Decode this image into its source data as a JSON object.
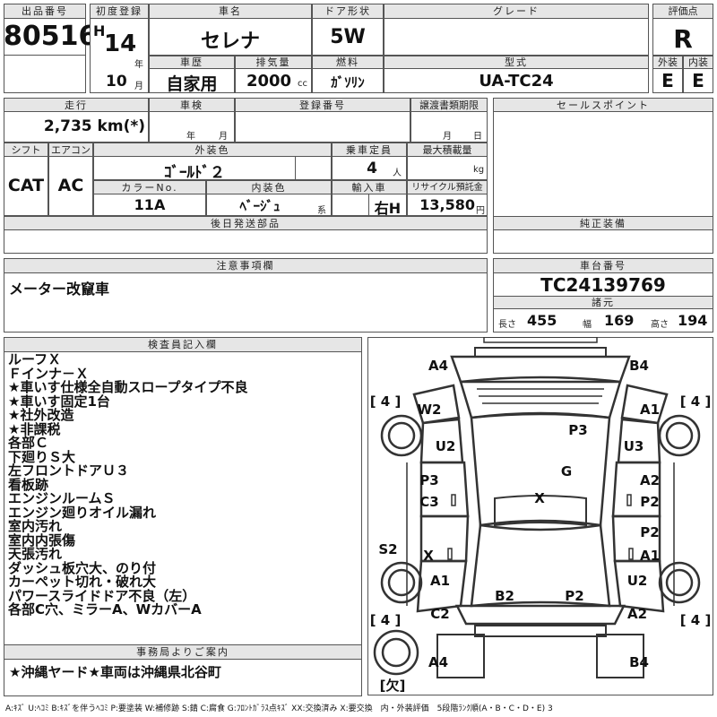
{
  "header": {
    "lot_label": "出品番号",
    "lot_number": "80516",
    "reg_label": "初度登録",
    "era": "H",
    "year": "14",
    "year_unit": "年",
    "month": "10",
    "month_unit": "月",
    "name_label": "車名",
    "car_name": "セレナ",
    "doors_label": "ドア形状",
    "doors": "5W",
    "grade_label": "グレード",
    "grade": "",
    "score_label": "評価点",
    "score": "R",
    "history_label": "車歴",
    "history": "自家用",
    "displacement_label": "排気量",
    "displacement": "2000",
    "displacement_unit": "cc",
    "fuel_label": "燃料",
    "fuel": "ｶﾞｿﾘﾝ",
    "model_label": "型式",
    "model_code": "UA-TC24",
    "exterior_label": "外装",
    "exterior_grade": "E",
    "interior_label": "内装",
    "interior_grade": "E"
  },
  "specs": {
    "mileage_label": "走行",
    "mileage": "2,735 km(*)",
    "inspection_label": "車検",
    "inspection_year_unit": "年",
    "inspection_month_unit": "月",
    "plate_label": "登録番号",
    "plate": "",
    "transfer_label": "譲渡書類期限",
    "transfer_month_unit": "月",
    "transfer_day_unit": "日",
    "shift_label": "シフト",
    "shift": "CAT",
    "ac_label": "エアコン",
    "ac": "AC",
    "color_label": "外装色",
    "color": "ｺﾞｰﾙﾄﾞ２",
    "capacity_label": "乗車定員",
    "capacity": "4",
    "capacity_unit": "人",
    "load_label": "最大積載量",
    "load": "",
    "load_unit": "kg",
    "color_no_label": "カラーNo.",
    "color_no": "11A",
    "int_color_label": "内装色",
    "int_color": "ﾍﾞｰｼﾞｭ",
    "int_color_unit": "系",
    "import_label": "輸入車",
    "steering": "右H",
    "recycle_label": "リサイクル預託金",
    "recycle": "13,580",
    "recycle_unit": "円"
  },
  "sections": {
    "sales_points_label": "セールスポイント",
    "later_parts_label": "後日発送部品",
    "equipment_label": "純正装備",
    "notes_label": "注意事項欄",
    "notes": "メーター改竄車",
    "chassis_label": "車台番号",
    "chassis": "TC24139769",
    "dims_label": "諸元",
    "length_label": "長さ",
    "length": "455",
    "width_label": "幅",
    "width": "169",
    "height_label": "高さ",
    "height": "194",
    "inspector_label": "検査員記入欄",
    "office_label": "事務局よりご案内",
    "office_note": "★沖縄ヤード★車両は沖縄県北谷町"
  },
  "inspector_notes": [
    "ルーフＸ",
    "Ｆインナ－Ｘ",
    "★車いす仕様全自動スロープタイプ不良",
    "★車いす固定1台",
    "★社外改造",
    "★非課税",
    "各部Ｃ",
    "下廻りＳ大",
    "左フロントドアＵ３",
    "看板跡",
    "エンジンルームＳ",
    "エンジン廻りオイル漏れ",
    "室内汚れ",
    "室内内張傷",
    "天張汚れ",
    "ダッシュ板穴大、のり付",
    "カーペット切れ・破れ大",
    "パワースライドドア不良（左）",
    "各部C穴、ミラーA、WカバーA"
  ],
  "diagram": {
    "tyre_fl": "[ 4 ]",
    "tyre_fr": "[ 4 ]",
    "tyre_rl": "[ 4 ]",
    "tyre_rr": "[ 4 ]",
    "spare": "[欠]",
    "marks": {
      "a4_top": "A4",
      "b4_top": "B4",
      "w2": "W2",
      "a1_fr": "A1",
      "p3_roof": "P3",
      "u2_l": "U2",
      "u3_r": "U3",
      "g": "G",
      "p3_l": "P3",
      "c3_l": "C3",
      "a2_r": "A2",
      "p2_r": "P2",
      "x_center": "X",
      "p2_r2": "P2",
      "a1_r2": "A1",
      "s2": "S2",
      "x_l": "X",
      "a1_l": "A1",
      "u2_r": "U2",
      "b2": "B2",
      "p2_rear": "P2",
      "c2": "C2",
      "a2_rear": "A2",
      "a4_bottom": "A4",
      "b4_bottom": "B4"
    }
  },
  "legend": "A:ｷｽﾞ U:ﾍｺﾐ B:ｷｽﾞを伴うﾍｺﾐ P:要塗装 W:補修跡 S:錆 C:腐食 G:ﾌﾛﾝﾄｶﾞﾗｽ点ｷｽﾞ XX:交換済み X:要交換　内・外装評価　5段階ﾗﾝｸ順(A・B・C・D・E) 3"
}
